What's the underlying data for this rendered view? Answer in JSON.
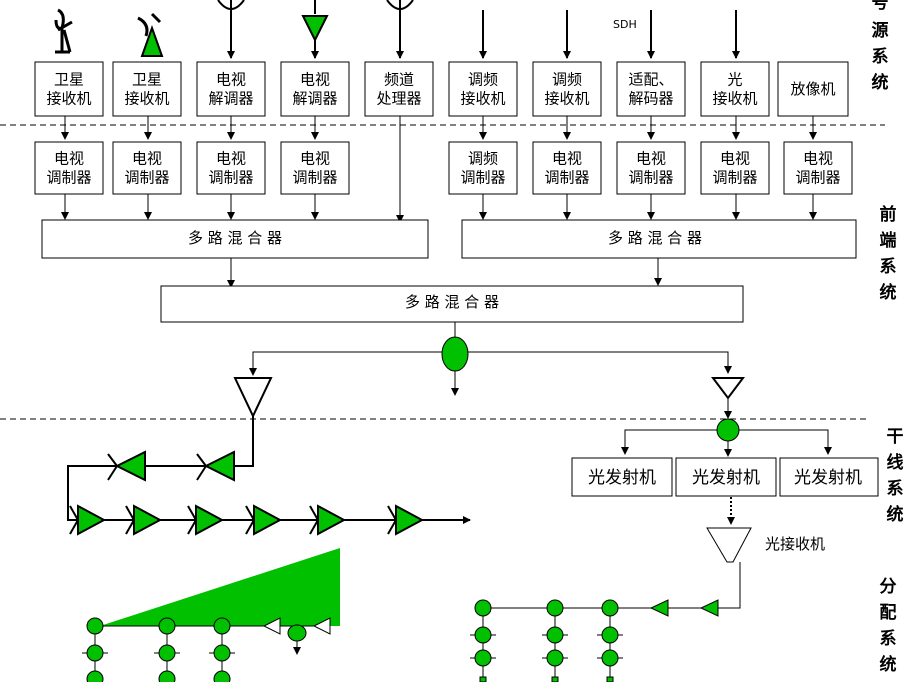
{
  "side_labels": {
    "source": [
      "号",
      "源",
      "系",
      "统"
    ],
    "frontend": [
      "前",
      "端",
      "系",
      "统"
    ],
    "trunk": [
      "干",
      "线",
      "系",
      "统"
    ],
    "distribution": [
      "分",
      "配",
      "系",
      "统"
    ]
  },
  "sdh_label": "SDH",
  "top_boxes": [
    {
      "id": "sat-receiver-1",
      "lines": [
        "卫星",
        "接收机"
      ]
    },
    {
      "id": "sat-receiver-2",
      "lines": [
        "卫星",
        "接收机"
      ]
    },
    {
      "id": "tv-demodulator-1",
      "lines": [
        "电视",
        "解调器"
      ]
    },
    {
      "id": "tv-demodulator-2",
      "lines": [
        "电视",
        "解调器"
      ]
    },
    {
      "id": "channel-processor",
      "lines": [
        "频道",
        "处理器"
      ]
    },
    {
      "id": "fm-receiver-1",
      "lines": [
        "调频",
        "接收机"
      ]
    },
    {
      "id": "fm-receiver-2",
      "lines": [
        "调频",
        "接收机"
      ]
    },
    {
      "id": "adapter-decoder",
      "lines": [
        "适配、",
        "解码器"
      ]
    },
    {
      "id": "optical-receiver-top",
      "lines": [
        "光",
        "接收机"
      ]
    },
    {
      "id": "video-player",
      "lines": [
        "放像机"
      ]
    }
  ],
  "modulators": [
    {
      "id": "tv-modulator-1",
      "lines": [
        "电视",
        "调制器"
      ]
    },
    {
      "id": "tv-modulator-2",
      "lines": [
        "电视",
        "调制器"
      ]
    },
    {
      "id": "tv-modulator-3",
      "lines": [
        "电视",
        "调制器"
      ]
    },
    {
      "id": "tv-modulator-4",
      "lines": [
        "电视",
        "调制器"
      ]
    },
    {
      "id": "fm-modulator",
      "lines": [
        "调频",
        "调制器"
      ]
    },
    {
      "id": "tv-modulator-5",
      "lines": [
        "电视",
        "调制器"
      ]
    },
    {
      "id": "tv-modulator-6",
      "lines": [
        "电视",
        "调制器"
      ]
    },
    {
      "id": "tv-modulator-7",
      "lines": [
        "电视",
        "调制器"
      ]
    },
    {
      "id": "tv-modulator-8",
      "lines": [
        "电视",
        "调制器"
      ]
    }
  ],
  "mixer_left": "多 路 混 合 器",
  "mixer_right": "多 路 混 合 器",
  "mixer_main": "多 路 混 合 器",
  "optical_transmitters": [
    "光发射机",
    "光发射机",
    "光发射机"
  ],
  "optical_receiver_label": "光接收机",
  "colors": {
    "green": "#00c000",
    "line": "#000000",
    "box_border": "#000000"
  }
}
